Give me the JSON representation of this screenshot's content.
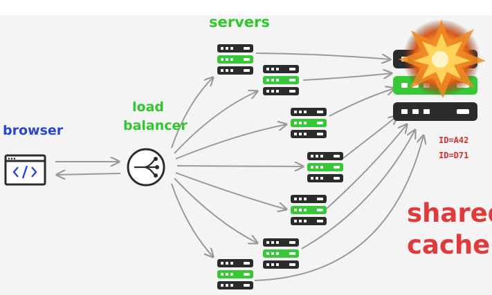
{
  "labels": {
    "servers": "servers",
    "browser": "browser",
    "load_balancer_line1": "load",
    "load_balancer_line2": "balancer",
    "cache_ids": [
      "ID=A42",
      "ID=D71"
    ],
    "shared_cache_line1": "shared",
    "shared_cache_line2": "cache"
  },
  "icons": {
    "browser": "code-window-icon",
    "load_balancer": "split-arrow-icon",
    "server": "server-rack-icon",
    "cache": "cache-rack-icon",
    "explosion": "explosion-icon"
  },
  "colors": {
    "server_green": "#37c837",
    "server_dark": "#2b2b2b",
    "arrow": "#9a9a9a",
    "label_green": "#2ec82e",
    "browser_blue": "#2a45d6",
    "cache_red": "#e03a3a"
  },
  "servers": [
    {
      "highlight": 1
    },
    {
      "highlight": 1
    },
    {
      "highlight": 1
    },
    {
      "highlight": 1
    },
    {
      "highlight": 1
    },
    {
      "highlight": 1
    },
    {
      "highlight": 1
    }
  ],
  "cache_rows": [
    {
      "highlight": false
    },
    {
      "highlight": true
    },
    {
      "highlight": false
    }
  ]
}
